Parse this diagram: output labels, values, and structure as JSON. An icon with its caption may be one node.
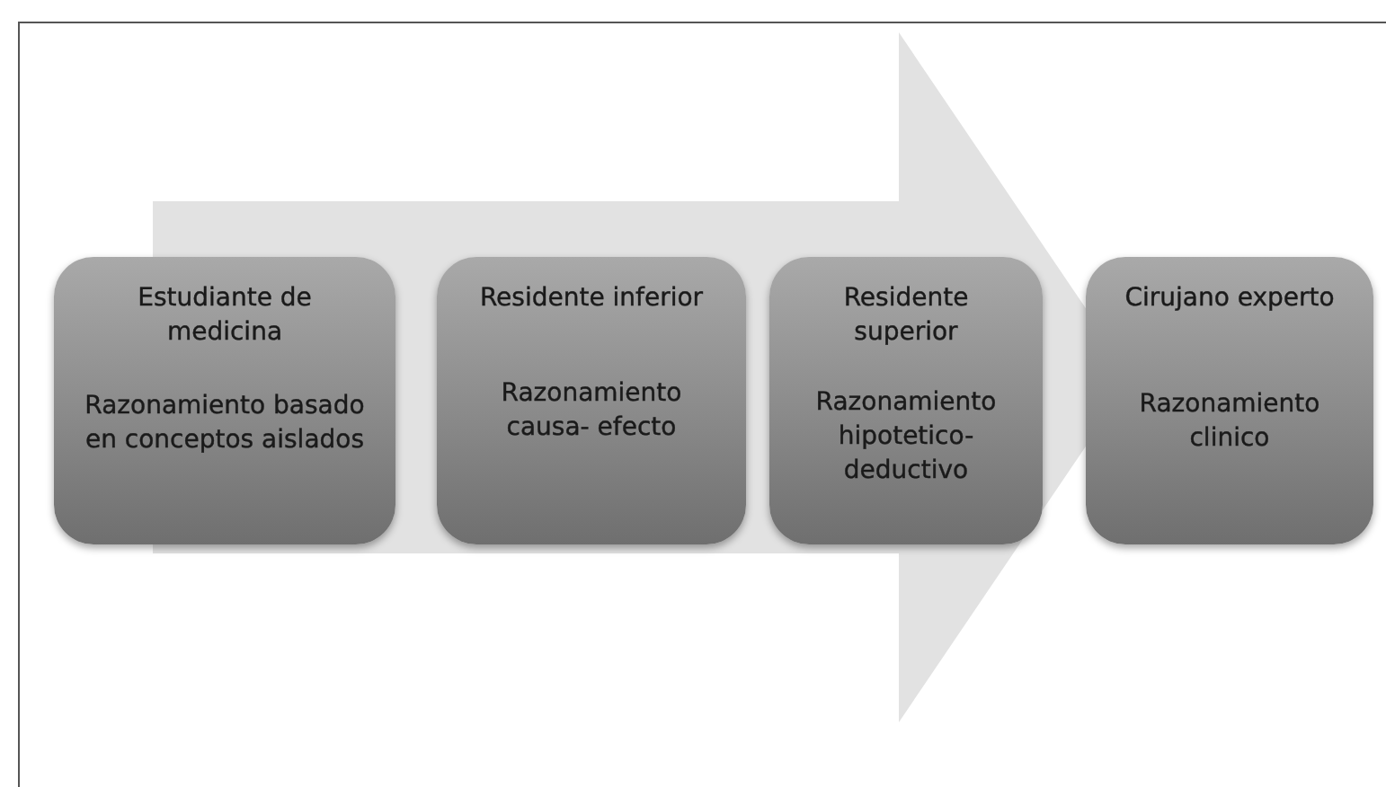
{
  "diagram": {
    "nodes": [
      {
        "text": [
          "Estudiante de medicina",
          "Razonamiento basado en conceptos aislados"
        ]
      },
      {
        "text": [
          "Residente inferior",
          "Razonamiento causa- efecto"
        ]
      },
      {
        "text": [
          "Residente superior",
          "Razonamiento hipotetico-deductivo"
        ]
      },
      {
        "text": [
          "Cirujano experto",
          "Razonamiento clinico"
        ]
      }
    ],
    "edges": [
      {
        "from": 0,
        "to": 3,
        "arrow": "to",
        "style": "thick"
      }
    ]
  }
}
